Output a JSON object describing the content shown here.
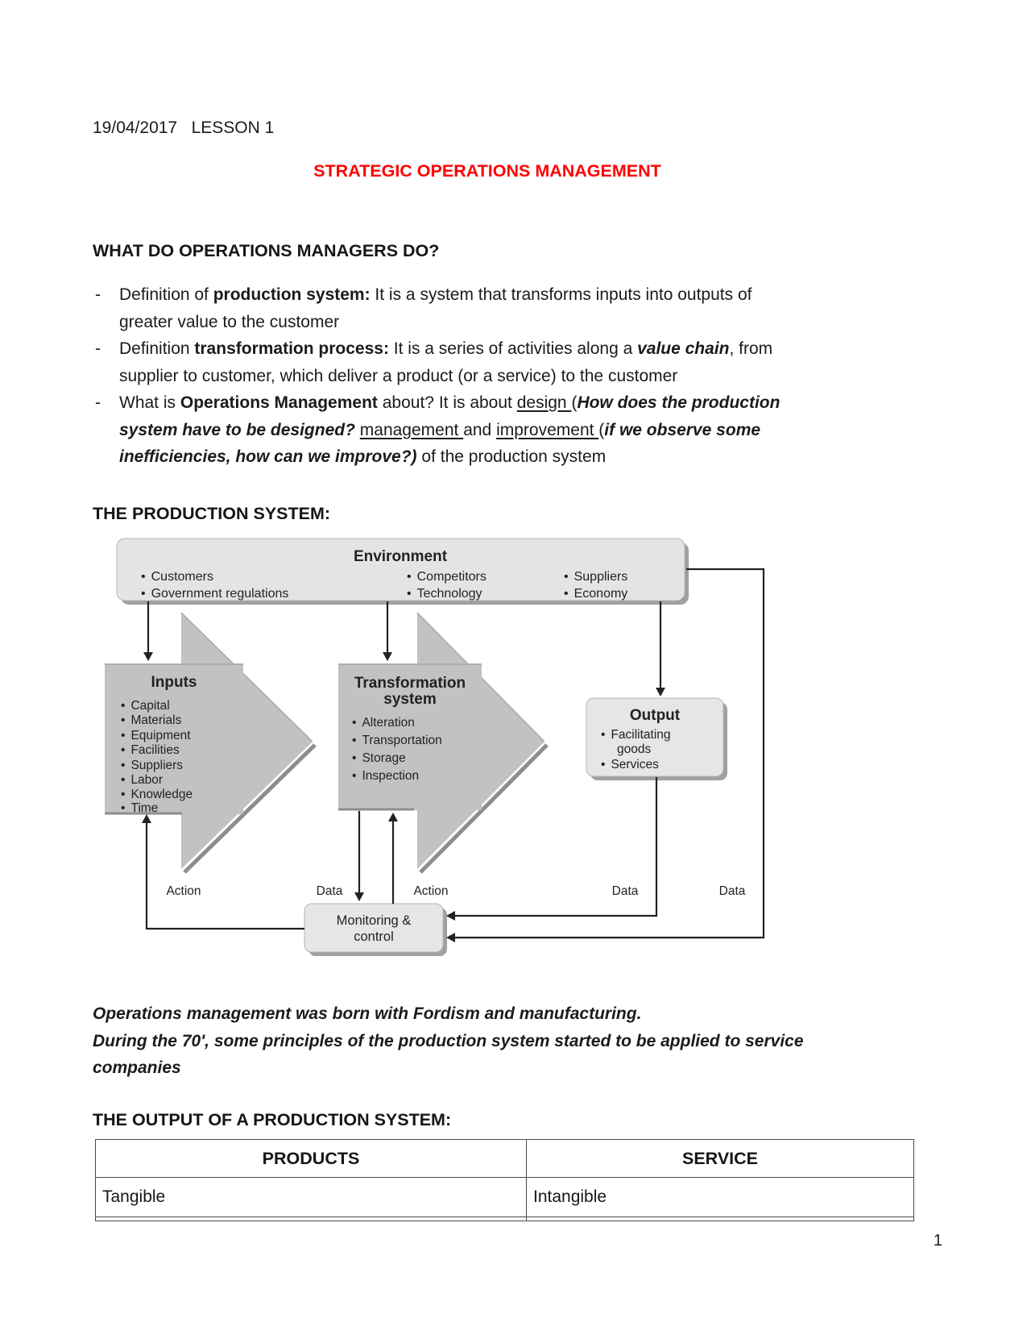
{
  "page": {
    "number": "1",
    "background": "#ffffff"
  },
  "colors": {
    "title_red": "#fe0000",
    "figure_box_gray": "#c2c2c2",
    "figure_panel_gray": "#e4e4e4"
  },
  "header": {
    "date_lesson": "19/04/2017   LESSON 1",
    "title": "STRATEGIC OPERATIONS MANAGEMENT"
  },
  "headings": {
    "managers": "WHAT DO OPERATIONS MANAGERS DO?",
    "production_system": "THE PRODUCTION SYSTEM:",
    "output_system": "THE OUTPUT OF A PRODUCTION SYSTEM:"
  },
  "list": {
    "marker": "-",
    "item1": {
      "t1": "Definition of ",
      "b1": "production system:",
      "t2": " It is a system that transforms inputs into outputs of",
      "t3": "greater value to the customer"
    },
    "item2": {
      "t1": "Definition ",
      "b1": "transformation process:",
      "t2": " It is a series of activities along a ",
      "i1": "value chain",
      "t3": ", from",
      "t4": "supplier to customer, which deliver a product (or a service) to the customer"
    },
    "item3": {
      "t1": "What is ",
      "b1": "Operations Management",
      "t2": " about? It is about ",
      "u1": "design ",
      "t3": "(",
      "bi1": "How does the production",
      "bi2": "system have to be designed?",
      "t4": " ",
      "u2": "management ",
      "t5": "and ",
      "u3": "improvement ",
      "t6": "(",
      "bi3": "if we observe some",
      "bi4": "inefficiencies, how can we improve?)",
      "t7": " of the production system"
    }
  },
  "figure": {
    "bullet": "•",
    "environment": {
      "title": "Environment",
      "col1": [
        "Customers",
        "Government regulations"
      ],
      "col2": [
        "Competitors",
        "Technology"
      ],
      "col3": [
        "Suppliers",
        "Economy"
      ]
    },
    "inputs": {
      "title": "Inputs",
      "items": [
        "Capital",
        "Materials",
        "Equipment",
        "Facilities",
        "Suppliers",
        "Labor",
        "Knowledge",
        "Time"
      ]
    },
    "transformation": {
      "title1": "Transformation",
      "title2": "system",
      "items": [
        "Alteration",
        "Transportation",
        "Storage",
        "Inspection"
      ]
    },
    "output": {
      "title": "Output",
      "item1a": "Facilitating",
      "item1b": "goods",
      "item2": "Services"
    },
    "monitoring": {
      "line1": "Monitoring &",
      "line2": "control"
    },
    "labels": {
      "action_left": "Action",
      "data_mid": "Data",
      "action_mid": "Action",
      "data_output": "Data",
      "data_right": "Data"
    }
  },
  "paragraph": {
    "l1": "Operations management was born with Fordism and manufacturing.",
    "l2": "During the 70', some principles of the production system started to be applied to service",
    "l3": "companies"
  },
  "table": {
    "headers": [
      "PRODUCTS",
      "SERVICE"
    ],
    "rows": [
      [
        "Tangible",
        "Intangible"
      ]
    ]
  }
}
